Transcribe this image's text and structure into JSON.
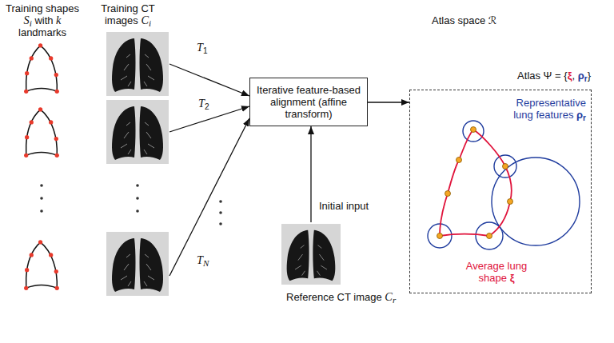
{
  "diagram": {
    "nodes": [
      {
        "text": [
          "Training shapes Si with k landmarks"
        ]
      },
      {
        "text": [
          "Training CT images Ci"
        ]
      },
      {
        "text": [
          "Iterative feature-based alignment (affine transform)"
        ]
      },
      {
        "text": [
          "Reference CT image Cr"
        ]
      },
      {
        "text": [
          "Atlas Ψ = {ξ, ρr}",
          "Representative lung features ρr",
          "Average lung shape ξ"
        ]
      }
    ],
    "edges": [
      {
        "from": 1,
        "to": 2,
        "label": "T1",
        "arrow": "to"
      },
      {
        "from": 1,
        "to": 2,
        "label": "T2",
        "arrow": "to"
      },
      {
        "from": 1,
        "to": 2,
        "label": "TN",
        "arrow": "to"
      },
      {
        "from": 3,
        "to": 2,
        "label": "Initial input",
        "arrow": "to"
      },
      {
        "from": 2,
        "to": 4,
        "arrow": "to"
      }
    ],
    "labels": [
      "Atlas space ℛ"
    ]
  }
}
